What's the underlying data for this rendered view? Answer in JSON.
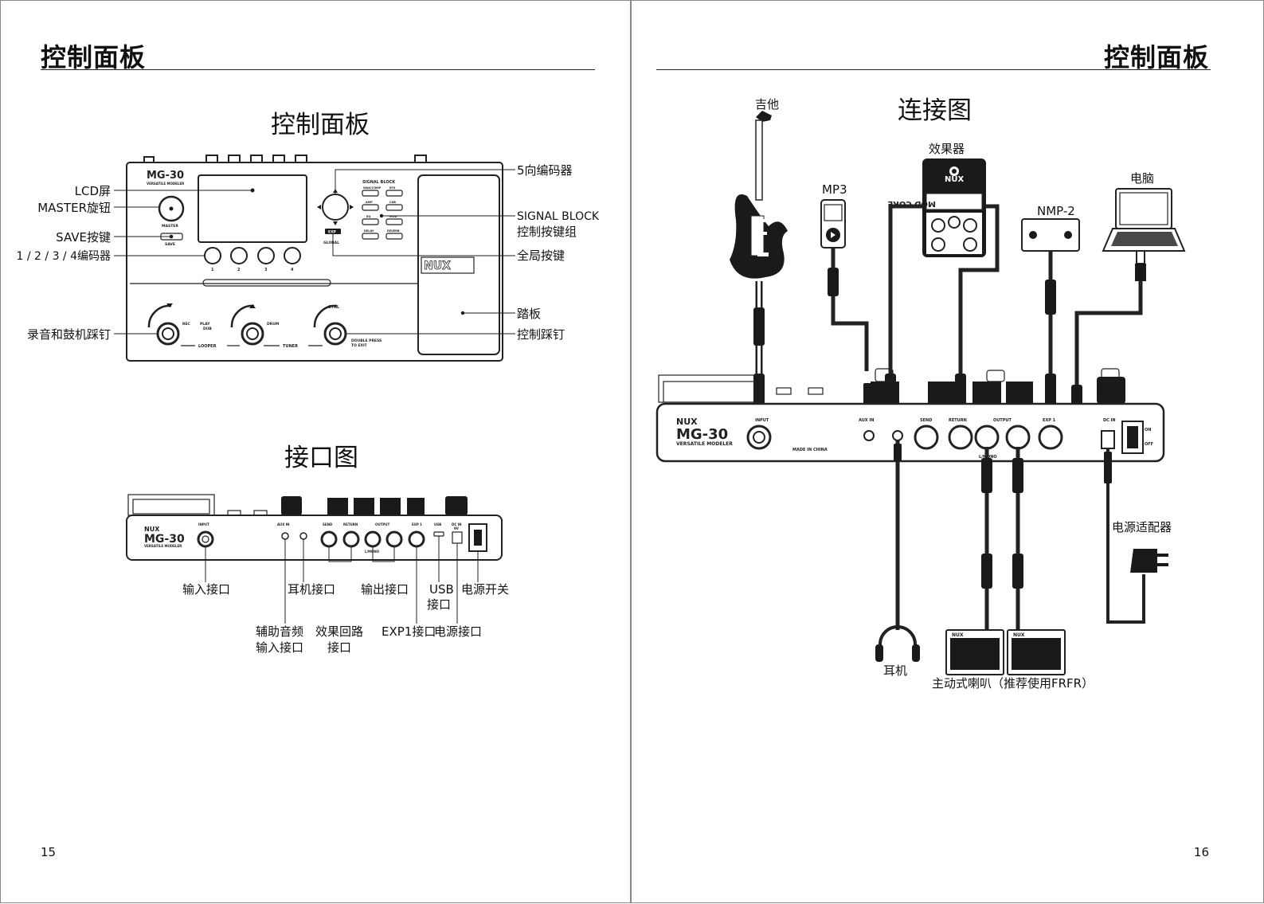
{
  "left_page": {
    "header": "控制面板",
    "page_number": "15",
    "control_panel": {
      "title": "控制面板",
      "device": {
        "model": "MG-30",
        "subtitle": "VERSATILE MODELER",
        "brand": "NUX",
        "knob_master": "MASTER",
        "save": "SAVE",
        "encoders": [
          "1",
          "2",
          "3",
          "4"
        ],
        "signal_block": "SIGNAL BLOCK",
        "exp": "EXP",
        "global": "GLOBAL",
        "blocks": [
          "WAH/COMP",
          "EFX",
          "AMP",
          "CAB",
          "EQ",
          "MOD",
          "DELAY",
          "REVERB"
        ],
        "rec": "REC",
        "play": "PLAY",
        "dub": "DUB",
        "drum": "DRUM",
        "ctrl": "CTRL",
        "looper": "LOOPER",
        "tuner": "TUNER",
        "double_press": "DOUBLE PRESS",
        "to_exit": "TO EXIT"
      },
      "labels_left": [
        "LCD屏",
        "MASTER旋钮",
        "SAVE按键",
        "1 / 2 / 3 / 4编码器",
        "录音和鼓机踩钉"
      ],
      "labels_right": [
        "5向编码器",
        "SIGNAL BLOCK",
        "控制按键组",
        "全局按键",
        "踏板",
        "控制踩钉"
      ]
    },
    "interface": {
      "title": "接口图",
      "device": {
        "brand": "NUX",
        "model": "MG-30",
        "subtitle": "VERSATILE MODELER",
        "ports": [
          "INPUT",
          "AUX IN",
          "SEND",
          "RETURN",
          "OUTPUT",
          "EXP 1",
          "USB",
          "DC IN"
        ],
        "l_mono": "L/MONO",
        "volt": "9V"
      },
      "labels_row1": [
        "输入接口",
        "耳机接口",
        "输出接口",
        "USB",
        "接口",
        "电源开关"
      ],
      "labels_row2": [
        "辅助音频",
        "输入接口",
        "效果回路",
        "接口",
        "EXP1接口",
        "电源接口"
      ]
    }
  },
  "right_page": {
    "header": "控制面板",
    "page_number": "16",
    "connection": {
      "title": "连接图",
      "items": {
        "guitar": "吉他",
        "mp3": "MP3",
        "effects": "效果器",
        "nmp2": "NMP-2",
        "computer": "电脑",
        "adapter": "电源适配器",
        "headphones": "耳机",
        "speakers": "主动式喇叭（推荐使用FRFR）"
      },
      "device": {
        "brand": "NUX",
        "model": "MG-30",
        "subtitle": "VERSATILE MODELER",
        "made_in": "MADE IN CHINA",
        "pedal": "MOD CORE",
        "pedal_brand": "NUX",
        "amp_brand": "NUX",
        "ports": [
          "INPUT",
          "AUX IN",
          "SEND",
          "RETURN",
          "OUTPUT",
          "EXP 1",
          "DC IN"
        ],
        "l_mono": "L/MONO",
        "on": "ON",
        "off": "OFF"
      }
    }
  }
}
